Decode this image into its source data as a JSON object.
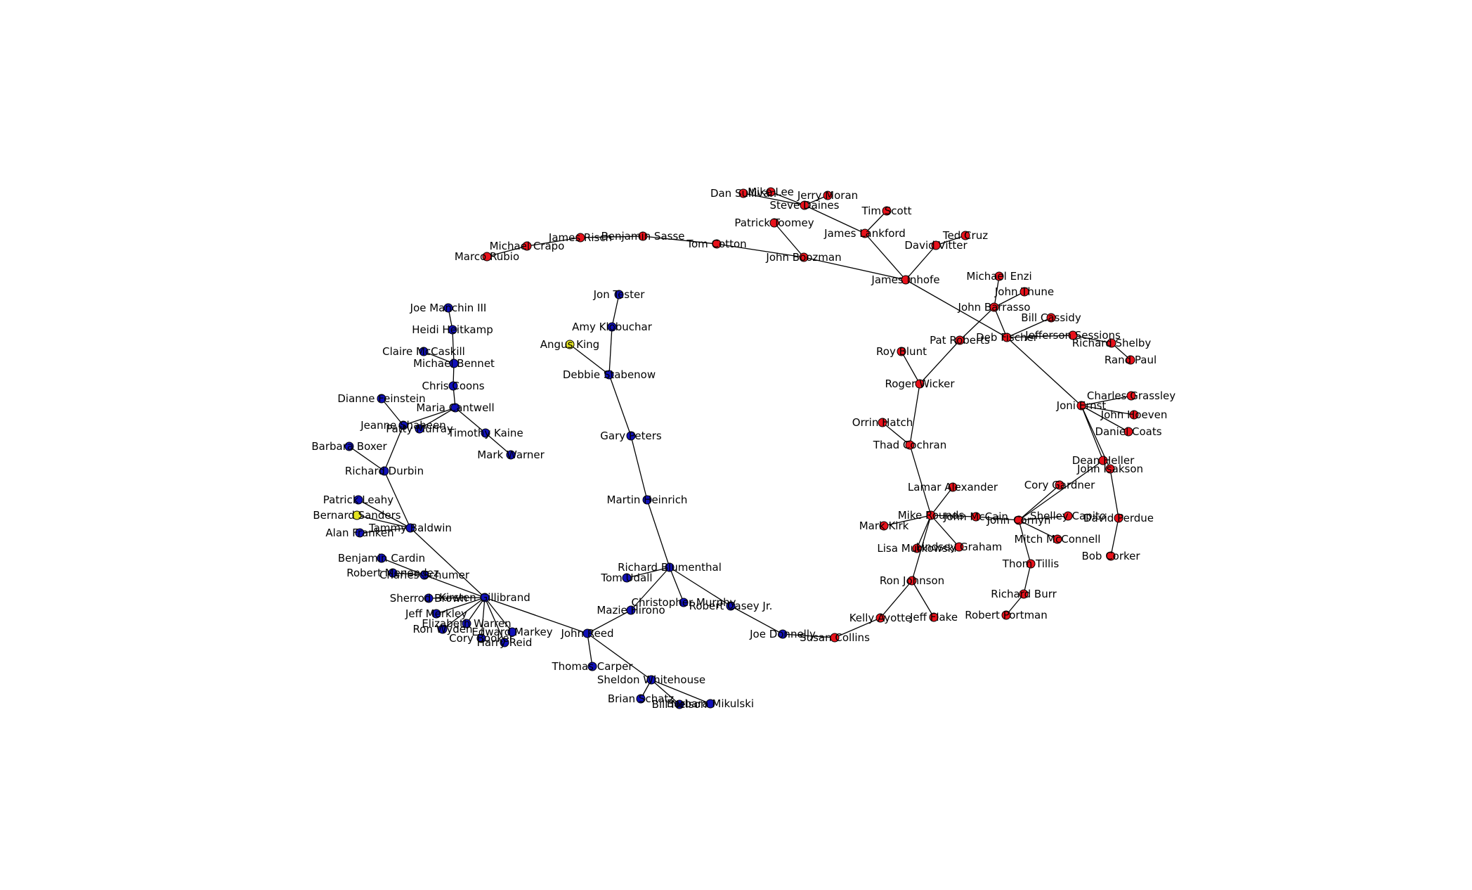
{
  "colors": {
    "Republican": "#e8121b",
    "Democrat": "#1111b8",
    "Independent": "#e3e322",
    "edge": "#000000"
  },
  "nodes": [
    {
      "id": "Dan Sullivan",
      "party": "Republican"
    },
    {
      "id": "Mike Lee",
      "party": "Republican"
    },
    {
      "id": "Jerry Moran",
      "party": "Republican"
    },
    {
      "id": "Steve Daines",
      "party": "Republican"
    },
    {
      "id": "Tim Scott",
      "party": "Republican"
    },
    {
      "id": "James Lankford",
      "party": "Republican"
    },
    {
      "id": "Patrick Toomey",
      "party": "Republican"
    },
    {
      "id": "Ted Cruz",
      "party": "Republican"
    },
    {
      "id": "David Vitter",
      "party": "Republican"
    },
    {
      "id": "James Risch",
      "party": "Republican"
    },
    {
      "id": "Benjamin Sasse",
      "party": "Republican"
    },
    {
      "id": "Michael Crapo",
      "party": "Republican"
    },
    {
      "id": "Tom Cotton",
      "party": "Republican"
    },
    {
      "id": "Marco Rubio",
      "party": "Republican"
    },
    {
      "id": "John Boozman",
      "party": "Republican"
    },
    {
      "id": "James Inhofe",
      "party": "Republican"
    },
    {
      "id": "Michael Enzi",
      "party": "Republican"
    },
    {
      "id": "John Thune",
      "party": "Republican"
    },
    {
      "id": "John Barrasso",
      "party": "Republican"
    },
    {
      "id": "Bill Cassidy",
      "party": "Republican"
    },
    {
      "id": "Pat Roberts",
      "party": "Republican"
    },
    {
      "id": "Deb Fischer",
      "party": "Republican"
    },
    {
      "id": "Jefferson Sessions",
      "party": "Republican"
    },
    {
      "id": "Richard Shelby",
      "party": "Republican"
    },
    {
      "id": "Rand Paul",
      "party": "Republican"
    },
    {
      "id": "Roy Blunt",
      "party": "Republican"
    },
    {
      "id": "Roger Wicker",
      "party": "Republican"
    },
    {
      "id": "Charles Grassley",
      "party": "Republican"
    },
    {
      "id": "Joni Ernst",
      "party": "Republican"
    },
    {
      "id": "John Hoeven",
      "party": "Republican"
    },
    {
      "id": "Daniel Coats",
      "party": "Republican"
    },
    {
      "id": "Orrin Hatch",
      "party": "Republican"
    },
    {
      "id": "Thad Cochran",
      "party": "Republican"
    },
    {
      "id": "Dean Heller",
      "party": "Republican"
    },
    {
      "id": "John Isakson",
      "party": "Republican"
    },
    {
      "id": "Lamar Alexander",
      "party": "Republican"
    },
    {
      "id": "Cory Gardner",
      "party": "Republican"
    },
    {
      "id": "Mike Rounds",
      "party": "Republican"
    },
    {
      "id": "John McCain",
      "party": "Republican"
    },
    {
      "id": "Shelley Capito",
      "party": "Republican"
    },
    {
      "id": "John Cornyn",
      "party": "Republican"
    },
    {
      "id": "David Perdue",
      "party": "Republican"
    },
    {
      "id": "Mark Kirk",
      "party": "Republican"
    },
    {
      "id": "Mitch McConnell",
      "party": "Republican"
    },
    {
      "id": "Lisa Murkowski",
      "party": "Republican"
    },
    {
      "id": "Lindsey Graham",
      "party": "Republican"
    },
    {
      "id": "Bob Corker",
      "party": "Republican"
    },
    {
      "id": "Thom Tillis",
      "party": "Republican"
    },
    {
      "id": "Ron Johnson",
      "party": "Republican"
    },
    {
      "id": "Richard Burr",
      "party": "Republican"
    },
    {
      "id": "Kelly Ayotte",
      "party": "Republican"
    },
    {
      "id": "Jeff Flake",
      "party": "Republican"
    },
    {
      "id": "Robert Portman",
      "party": "Republican"
    },
    {
      "id": "Susan Collins",
      "party": "Republican"
    },
    {
      "id": "Jon Tester",
      "party": "Democrat"
    },
    {
      "id": "Amy Klobuchar",
      "party": "Democrat"
    },
    {
      "id": "Angus King",
      "party": "Independent"
    },
    {
      "id": "Debbie Stabenow",
      "party": "Democrat"
    },
    {
      "id": "Gary Peters",
      "party": "Democrat"
    },
    {
      "id": "Martin Heinrich",
      "party": "Democrat"
    },
    {
      "id": "Richard Blumenthal",
      "party": "Democrat"
    },
    {
      "id": "Tom Udall",
      "party": "Democrat"
    },
    {
      "id": "Christopher Murphy",
      "party": "Democrat"
    },
    {
      "id": "Robert Casey Jr.",
      "party": "Democrat"
    },
    {
      "id": "Mazie Hirono",
      "party": "Democrat"
    },
    {
      "id": "Joe Donnelly",
      "party": "Democrat"
    },
    {
      "id": "John Reed",
      "party": "Democrat"
    },
    {
      "id": "Thomas Carper",
      "party": "Democrat"
    },
    {
      "id": "Sheldon Whitehouse",
      "party": "Democrat"
    },
    {
      "id": "Brian Schatz",
      "party": "Democrat"
    },
    {
      "id": "Bill Nelson",
      "party": "Democrat"
    },
    {
      "id": "Barbara Mikulski",
      "party": "Democrat"
    },
    {
      "id": "Joe Manchin III",
      "party": "Democrat"
    },
    {
      "id": "Heidi Heitkamp",
      "party": "Democrat"
    },
    {
      "id": "Claire McCaskill",
      "party": "Democrat"
    },
    {
      "id": "Michael Bennet",
      "party": "Democrat"
    },
    {
      "id": "Chris Coons",
      "party": "Democrat"
    },
    {
      "id": "Dianne Feinstein",
      "party": "Democrat"
    },
    {
      "id": "Maria Cantwell",
      "party": "Democrat"
    },
    {
      "id": "Jeanne Shaheen",
      "party": "Democrat"
    },
    {
      "id": "Patty Murray",
      "party": "Democrat"
    },
    {
      "id": "Timothy Kaine",
      "party": "Democrat"
    },
    {
      "id": "Mark Warner",
      "party": "Democrat"
    },
    {
      "id": "Barbara Boxer",
      "party": "Democrat"
    },
    {
      "id": "Richard Durbin",
      "party": "Democrat"
    },
    {
      "id": "Patrick Leahy",
      "party": "Democrat"
    },
    {
      "id": "Bernard Sanders",
      "party": "Independent"
    },
    {
      "id": "Tammy Baldwin",
      "party": "Democrat"
    },
    {
      "id": "Alan Franken",
      "party": "Democrat"
    },
    {
      "id": "Benjamin Cardin",
      "party": "Democrat"
    },
    {
      "id": "Robert Menendez",
      "party": "Democrat"
    },
    {
      "id": "Charles Schumer",
      "party": "Democrat"
    },
    {
      "id": "Sherrod Brown",
      "party": "Democrat"
    },
    {
      "id": "Kirsten Gillibrand",
      "party": "Democrat"
    },
    {
      "id": "Jeff Merkley",
      "party": "Democrat"
    },
    {
      "id": "Elizabeth Warren",
      "party": "Democrat"
    },
    {
      "id": "Ron Wyden",
      "party": "Democrat"
    },
    {
      "id": "Edward Markey",
      "party": "Democrat"
    },
    {
      "id": "Cory Booker",
      "party": "Democrat"
    },
    {
      "id": "Harry Reid",
      "party": "Democrat"
    }
  ],
  "edges": [
    [
      "Dan Sullivan",
      "Steve Daines"
    ],
    [
      "Mike Lee",
      "Steve Daines"
    ],
    [
      "Jerry Moran",
      "Steve Daines"
    ],
    [
      "Steve Daines",
      "James Lankford"
    ],
    [
      "Tim Scott",
      "James Lankford"
    ],
    [
      "James Lankford",
      "James Inhofe"
    ],
    [
      "Patrick Toomey",
      "John Boozman"
    ],
    [
      "Ted Cruz",
      "David Vitter"
    ],
    [
      "David Vitter",
      "James Inhofe"
    ],
    [
      "Marco Rubio",
      "Michael Crapo"
    ],
    [
      "Michael Crapo",
      "James Risch"
    ],
    [
      "James Risch",
      "Benjamin Sasse"
    ],
    [
      "Benjamin Sasse",
      "Tom Cotton"
    ],
    [
      "Tom Cotton",
      "John Boozman"
    ],
    [
      "John Boozman",
      "James Inhofe"
    ],
    [
      "James Inhofe",
      "Deb Fischer"
    ],
    [
      "Michael Enzi",
      "John Barrasso"
    ],
    [
      "John Thune",
      "John Barrasso"
    ],
    [
      "John Barrasso",
      "Pat Roberts"
    ],
    [
      "John Barrasso",
      "Deb Fischer"
    ],
    [
      "Bill Cassidy",
      "Deb Fischer"
    ],
    [
      "Pat Roberts",
      "Roger Wicker"
    ],
    [
      "Deb Fischer",
      "Jefferson Sessions"
    ],
    [
      "Jefferson Sessions",
      "Richard Shelby"
    ],
    [
      "Richard Shelby",
      "Rand Paul"
    ],
    [
      "Deb Fischer",
      "Joni Ernst"
    ],
    [
      "Roy Blunt",
      "Roger Wicker"
    ],
    [
      "Roger Wicker",
      "Thad Cochran"
    ],
    [
      "Charles Grassley",
      "Joni Ernst"
    ],
    [
      "Joni Ernst",
      "John Hoeven"
    ],
    [
      "Joni Ernst",
      "Daniel Coats"
    ],
    [
      "Joni Ernst",
      "Dean Heller"
    ],
    [
      "Joni Ernst",
      "John Isakson"
    ],
    [
      "Orrin Hatch",
      "Thad Cochran"
    ],
    [
      "Thad Cochran",
      "Mike Rounds"
    ],
    [
      "Dean Heller",
      "John Cornyn"
    ],
    [
      "John Isakson",
      "David Perdue"
    ],
    [
      "David Perdue",
      "Bob Corker"
    ],
    [
      "Lamar Alexander",
      "Mike Rounds"
    ],
    [
      "Cory Gardner",
      "John Cornyn"
    ],
    [
      "Mike Rounds",
      "John McCain"
    ],
    [
      "Mike Rounds",
      "Mark Kirk"
    ],
    [
      "Mike Rounds",
      "Lisa Murkowski"
    ],
    [
      "Mike Rounds",
      "Lindsey Graham"
    ],
    [
      "Mike Rounds",
      "Ron Johnson"
    ],
    [
      "John McCain",
      "John Cornyn"
    ],
    [
      "John Cornyn",
      "Shelley Capito"
    ],
    [
      "John Cornyn",
      "Mitch McConnell"
    ],
    [
      "John Cornyn",
      "Thom Tillis"
    ],
    [
      "Thom Tillis",
      "Richard Burr"
    ],
    [
      "Richard Burr",
      "Robert Portman"
    ],
    [
      "Ron Johnson",
      "Kelly Ayotte"
    ],
    [
      "Ron Johnson",
      "Jeff Flake"
    ],
    [
      "Kelly Ayotte",
      "Susan Collins"
    ],
    [
      "Susan Collins",
      "Joe Donnelly"
    ],
    [
      "Joe Donnelly",
      "Robert Casey Jr."
    ],
    [
      "Robert Casey Jr.",
      "Richard Blumenthal"
    ],
    [
      "Jon Tester",
      "Amy Klobuchar"
    ],
    [
      "Amy Klobuchar",
      "Debbie Stabenow"
    ],
    [
      "Angus King",
      "Debbie Stabenow"
    ],
    [
      "Debbie Stabenow",
      "Gary Peters"
    ],
    [
      "Gary Peters",
      "Martin Heinrich"
    ],
    [
      "Martin Heinrich",
      "Richard Blumenthal"
    ],
    [
      "Richard Blumenthal",
      "Tom Udall"
    ],
    [
      "Richard Blumenthal",
      "Christopher Murphy"
    ],
    [
      "Richard Blumenthal",
      "Mazie Hirono"
    ],
    [
      "Mazie Hirono",
      "John Reed"
    ],
    [
      "John Reed",
      "Thomas Carper"
    ],
    [
      "John Reed",
      "Sheldon Whitehouse"
    ],
    [
      "Sheldon Whitehouse",
      "Brian Schatz"
    ],
    [
      "Sheldon Whitehouse",
      "Bill Nelson"
    ],
    [
      "Sheldon Whitehouse",
      "Barbara Mikulski"
    ],
    [
      "John Reed",
      "Kirsten Gillibrand"
    ],
    [
      "Joe Manchin III",
      "Heidi Heitkamp"
    ],
    [
      "Heidi Heitkamp",
      "Michael Bennet"
    ],
    [
      "Claire McCaskill",
      "Michael Bennet"
    ],
    [
      "Michael Bennet",
      "Chris Coons"
    ],
    [
      "Chris Coons",
      "Maria Cantwell"
    ],
    [
      "Maria Cantwell",
      "Jeanne Shaheen"
    ],
    [
      "Maria Cantwell",
      "Patty Murray"
    ],
    [
      "Maria Cantwell",
      "Timothy Kaine"
    ],
    [
      "Timothy Kaine",
      "Mark Warner"
    ],
    [
      "Dianne Feinstein",
      "Jeanne Shaheen"
    ],
    [
      "Jeanne Shaheen",
      "Richard Durbin"
    ],
    [
      "Barbara Boxer",
      "Richard Durbin"
    ],
    [
      "Richard Durbin",
      "Tammy Baldwin"
    ],
    [
      "Patrick Leahy",
      "Tammy Baldwin"
    ],
    [
      "Bernard Sanders",
      "Tammy Baldwin"
    ],
    [
      "Alan Franken",
      "Tammy Baldwin"
    ],
    [
      "Tammy Baldwin",
      "Kirsten Gillibrand"
    ],
    [
      "Benjamin Cardin",
      "Charles Schumer"
    ],
    [
      "Robert Menendez",
      "Charles Schumer"
    ],
    [
      "Charles Schumer",
      "Kirsten Gillibrand"
    ],
    [
      "Sherrod Brown",
      "Kirsten Gillibrand"
    ],
    [
      "Jeff Merkley",
      "Kirsten Gillibrand"
    ],
    [
      "Elizabeth Warren",
      "Kirsten Gillibrand"
    ],
    [
      "Ron Wyden",
      "Kirsten Gillibrand"
    ],
    [
      "Edward Markey",
      "Kirsten Gillibrand"
    ],
    [
      "Cory Booker",
      "Kirsten Gillibrand"
    ],
    [
      "Harry Reid",
      "Kirsten Gillibrand"
    ]
  ]
}
